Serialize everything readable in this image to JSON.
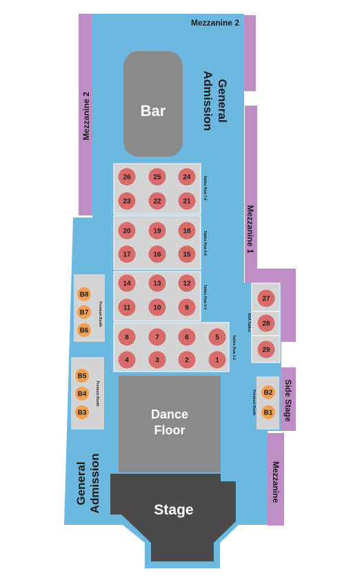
{
  "venue_sections": {
    "bar": "Bar",
    "general_admission": "General Admission",
    "general_admission_line1": "General",
    "general_admission_line2": "Admission",
    "dance_floor_line1": "Dance",
    "dance_floor_line2": "Floor",
    "stage": "Stage",
    "side_stage": "Side Stage",
    "mezzanine_2_top": "Mezzanine 2",
    "mezzanine_2_left": "Mezzanine 2",
    "mezzanine_1": "Mezzanine 1",
    "mezzanine": "Mezzanine"
  },
  "table_rows": {
    "row_7_8": "Tables Row 7-8",
    "row_5_6": "Tables Row 5-6",
    "row_3_4": "Tables Row 3-4",
    "row_1_2": "Tables Row 1-2",
    "ada": "ADA Tables"
  },
  "booth_labels": {
    "left_upper": "Premium Booth",
    "left_lower": "Premium Booth",
    "right": "Premium Booth"
  },
  "tables": {
    "row_7_8": [
      [
        "26",
        "25",
        "24"
      ],
      [
        "23",
        "22",
        "21"
      ]
    ],
    "row_5_6": [
      [
        "20",
        "19",
        "18"
      ],
      [
        "17",
        "16",
        "15"
      ]
    ],
    "row_3_4": [
      [
        "14",
        "13",
        "12"
      ],
      [
        "11",
        "10",
        "9"
      ]
    ],
    "row_1_2": [
      [
        "8",
        "7",
        "6",
        "5"
      ],
      [
        "4",
        "3",
        "2",
        "1"
      ]
    ],
    "ada": [
      "27",
      "28",
      "29"
    ]
  },
  "booths": {
    "left_upper": [
      "B8",
      "B7",
      "B6"
    ],
    "left_lower": [
      "B5",
      "B4",
      "B3"
    ],
    "right": [
      "B2",
      "B1"
    ]
  },
  "colors": {
    "floor": "#6db8e0",
    "mezzanine": "#c08ec7",
    "bar": "#8a8a8a",
    "dance_floor": "#8a8a8a",
    "stage": "#4a4a4a",
    "table_area": "#d4d4d4",
    "table_seat": "#d96b6b",
    "booth_seat": "#f0a050"
  }
}
